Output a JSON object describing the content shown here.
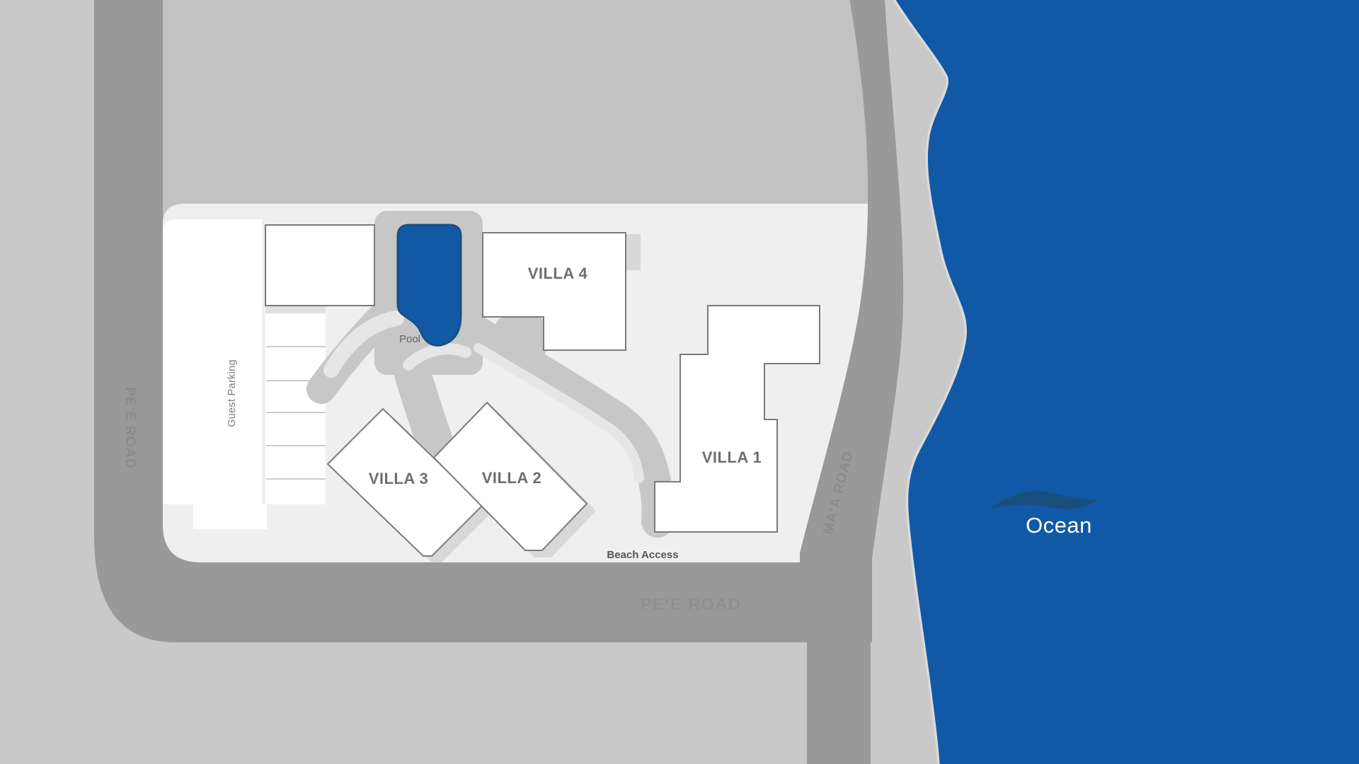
{
  "map": {
    "labels": {
      "villa_1": "VILLA 1",
      "villa_2": "VILLA 2",
      "villa_3": "VILLA 3",
      "villa_4": "VILLA 4",
      "pool": "Pool",
      "guest_parking": "Guest Parking",
      "beach_access": "Beach Access",
      "ocean": "Ocean"
    },
    "roads": {
      "west": "PE‘E ROAD",
      "south": "PE‘E ROAD",
      "east": "MA‘A ROAD"
    },
    "colors": {
      "ocean": "#1159A6",
      "pool": "#1158A5",
      "pool_border": "#1D4E7D",
      "wave": "#1A4E7C",
      "road": "#999999",
      "land": "#C2C2C2",
      "background": "#C9C9C9",
      "property": "#EFEFEF",
      "building": "#FFFFFF",
      "building_border": "#7B7B7B"
    }
  }
}
